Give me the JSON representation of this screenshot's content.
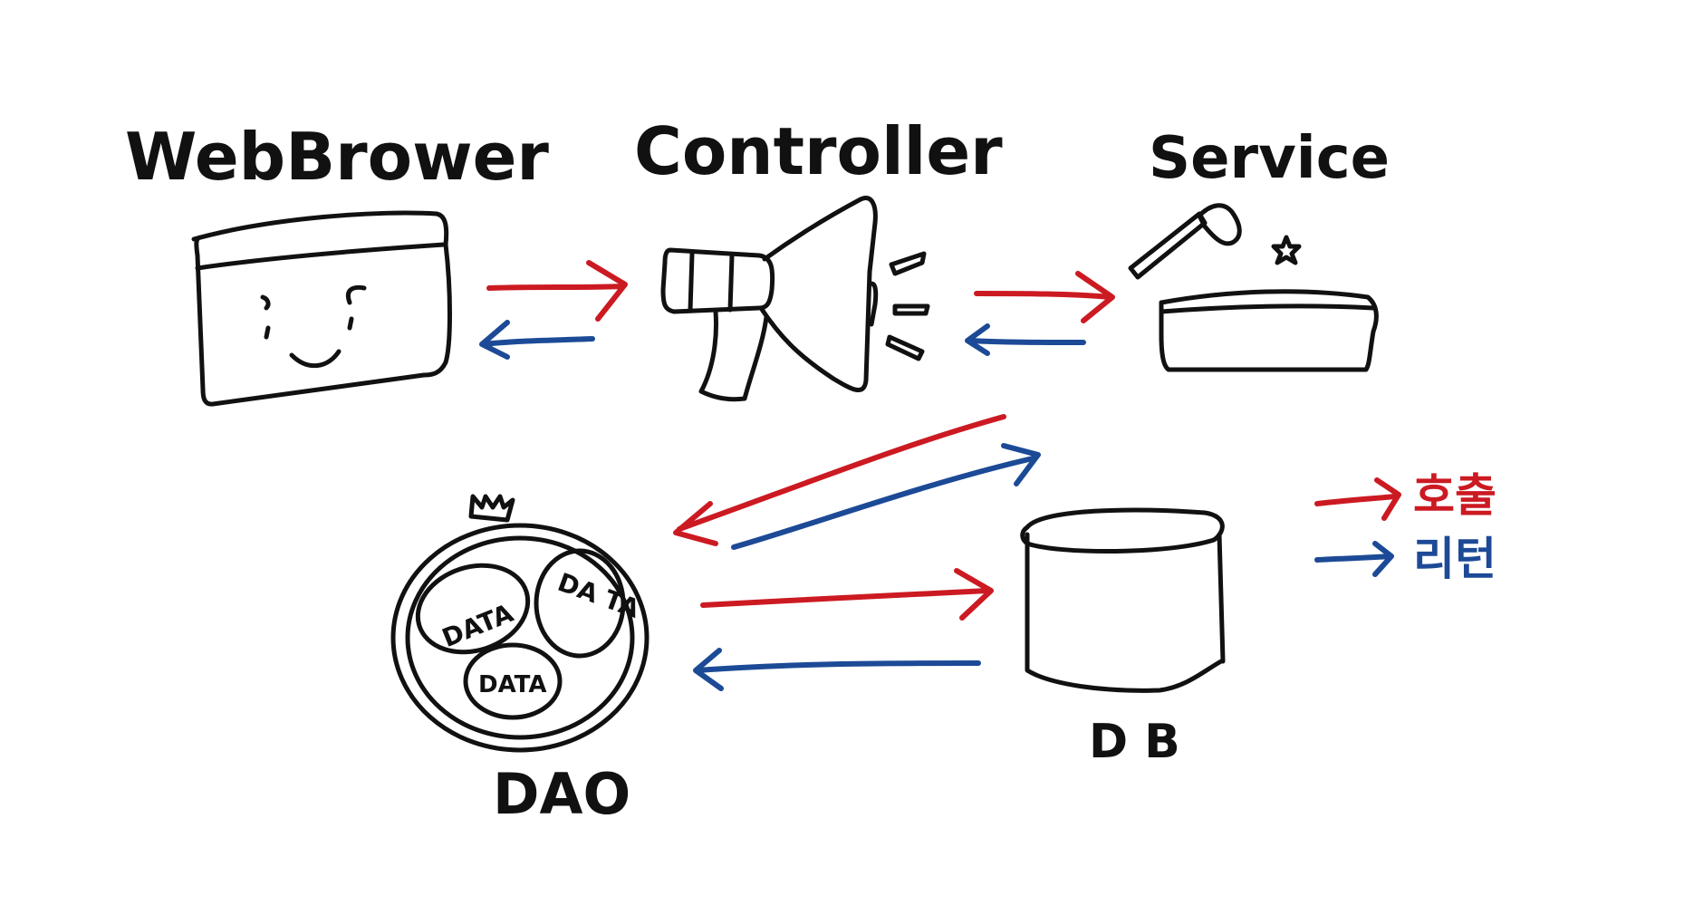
{
  "colors": {
    "call_arrow": "#cc1a22",
    "return_arrow": "#1c4a96",
    "ink": "#111111",
    "background": "#ffffff"
  },
  "nodes": {
    "web_browser": {
      "label": "WebBrower",
      "icon": "browser-window-face-icon"
    },
    "controller": {
      "label": "Controller",
      "icon": "megaphone-icon"
    },
    "service": {
      "label": "Service",
      "icon": "pot-with-spatula-icon"
    },
    "dao": {
      "label": "DAO",
      "icon": "data-bundle-icon",
      "items": [
        "DATA",
        "DA TA",
        "DATA"
      ]
    },
    "db": {
      "label": "DB",
      "icon": "database-cylinder-icon"
    }
  },
  "legend": {
    "call": "호출",
    "return": "리턴"
  }
}
